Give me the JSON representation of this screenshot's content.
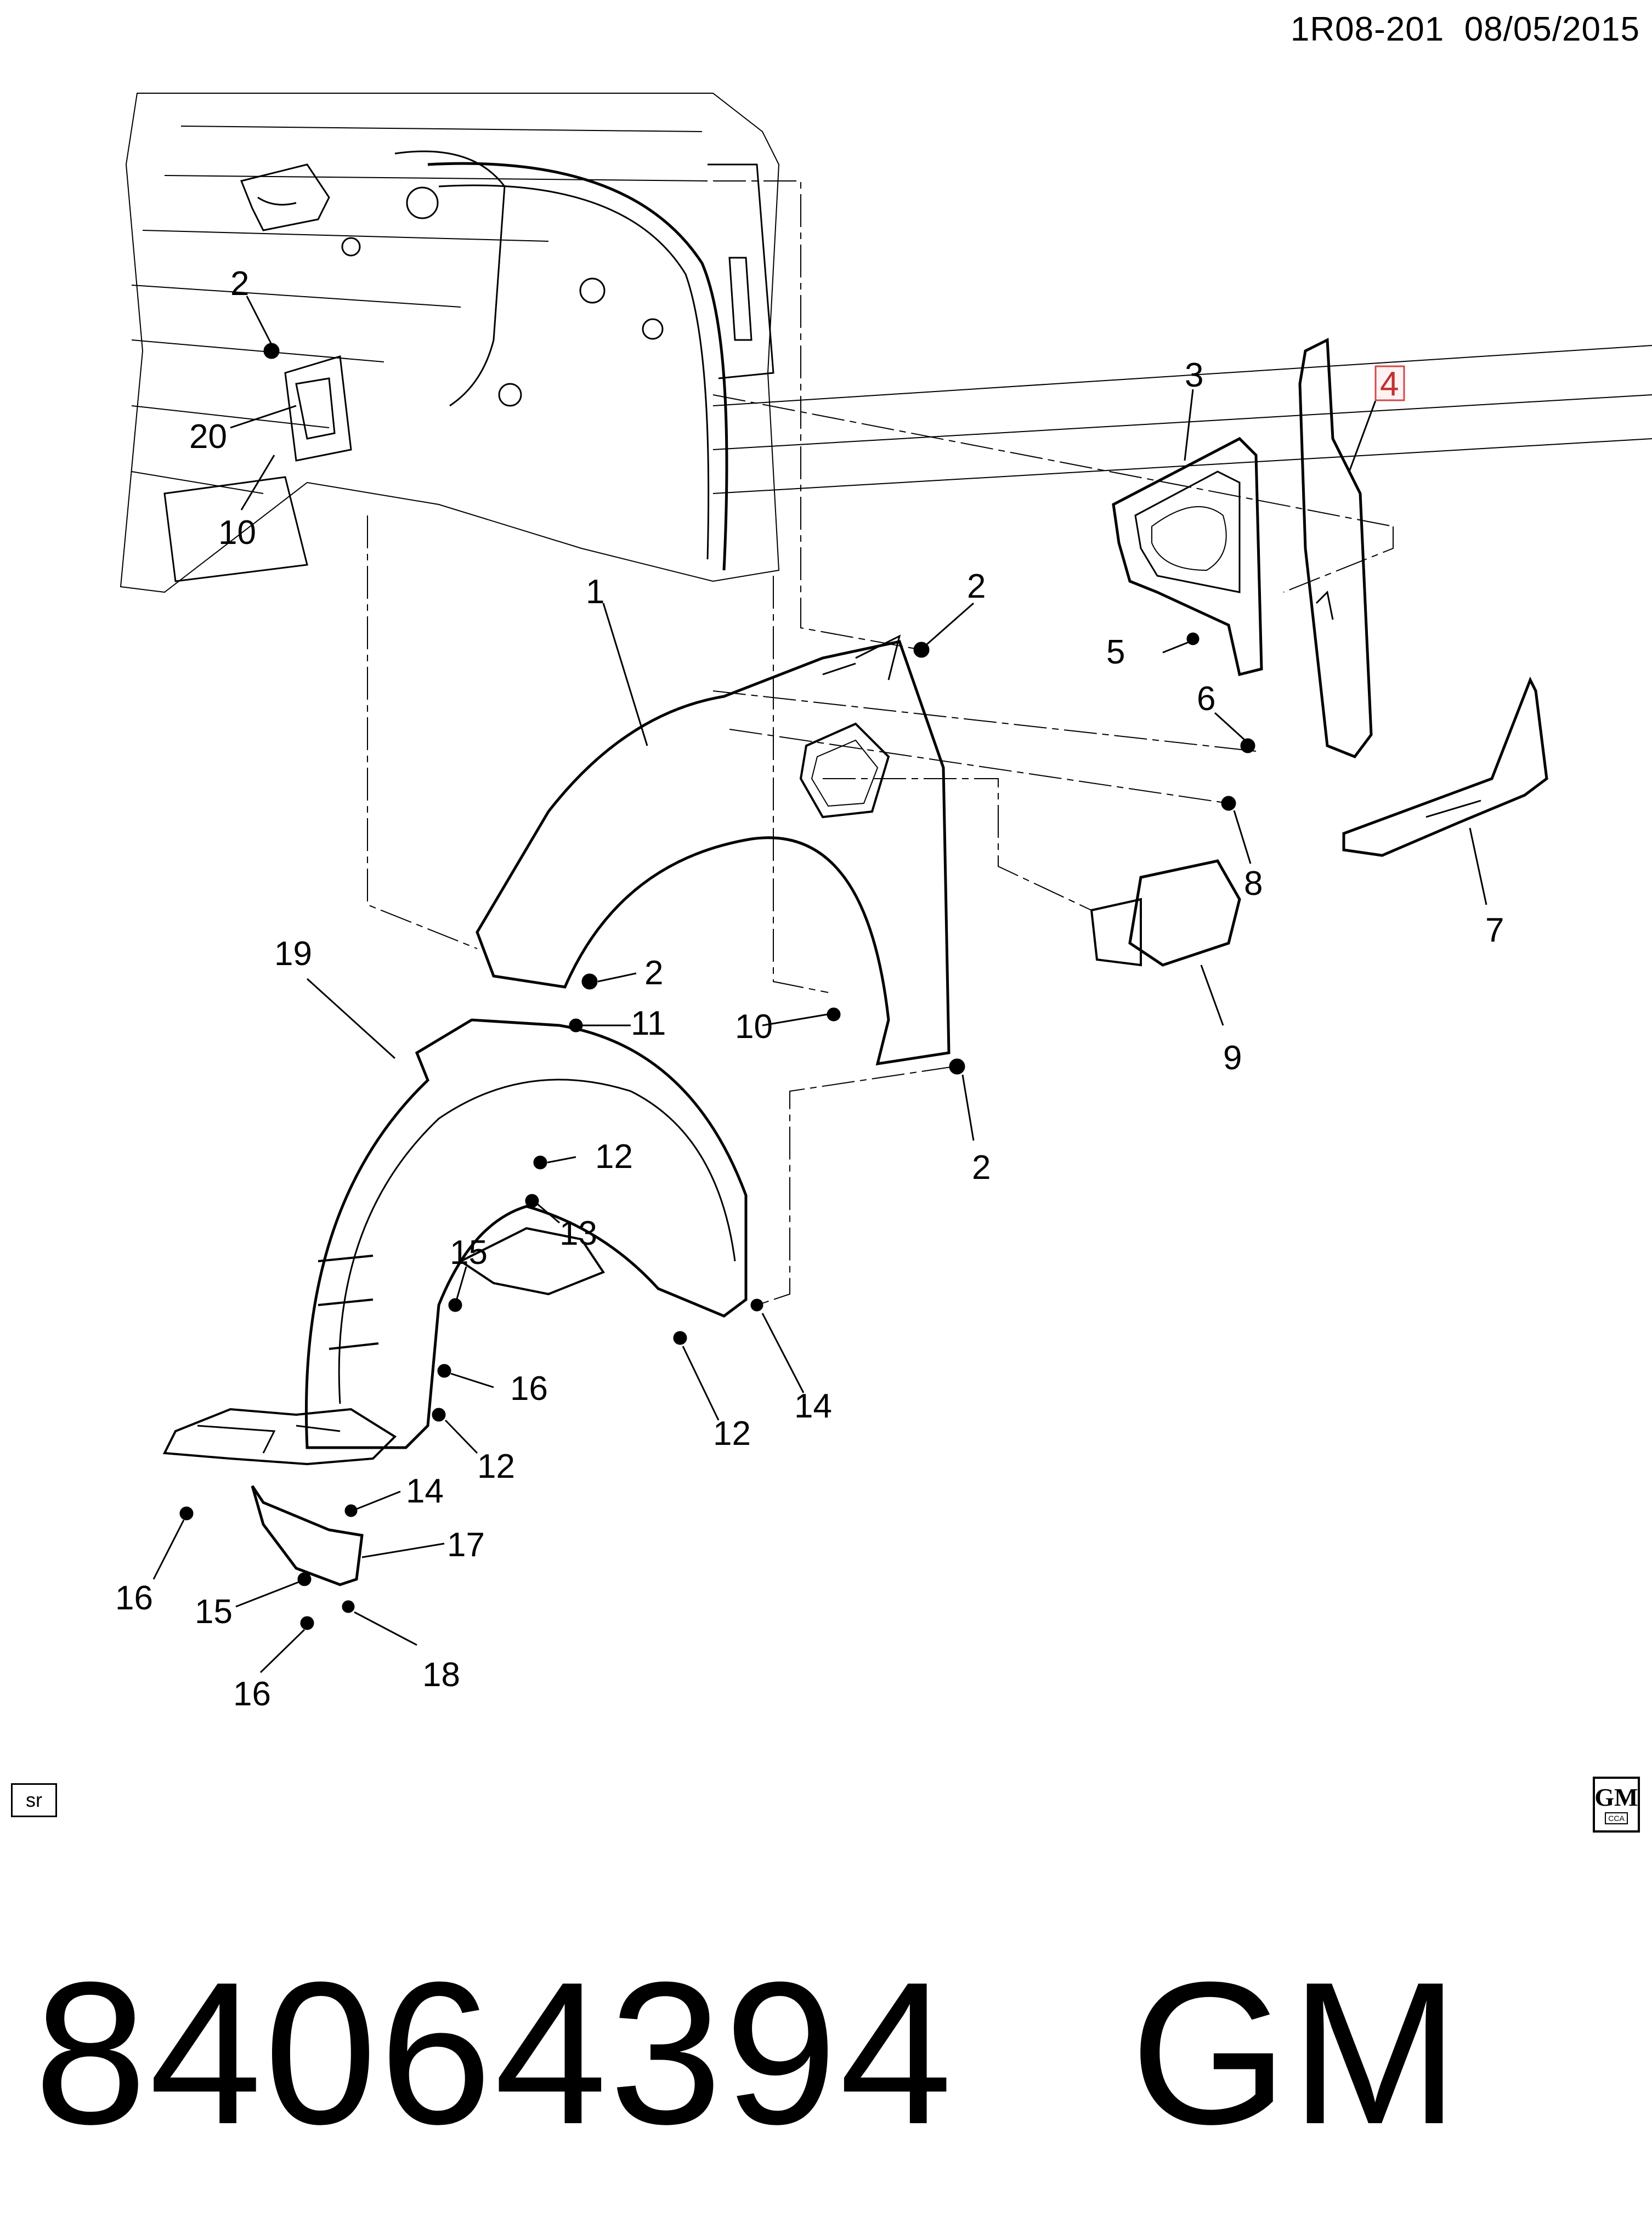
{
  "header": {
    "code": "1R08-201",
    "date": "08/05/2015"
  },
  "callouts": [
    {
      "id": "c2a",
      "label": "2"
    },
    {
      "id": "c20",
      "label": "20"
    },
    {
      "id": "c10a",
      "label": "10"
    },
    {
      "id": "c1",
      "label": "1"
    },
    {
      "id": "c3",
      "label": "3"
    },
    {
      "id": "c4",
      "label": "4"
    },
    {
      "id": "c2b",
      "label": "2"
    },
    {
      "id": "c5",
      "label": "5"
    },
    {
      "id": "c6",
      "label": "6"
    },
    {
      "id": "c8",
      "label": "8"
    },
    {
      "id": "c7",
      "label": "7"
    },
    {
      "id": "c19",
      "label": "19"
    },
    {
      "id": "c2c",
      "label": "2"
    },
    {
      "id": "c11",
      "label": "11"
    },
    {
      "id": "c10b",
      "label": "10"
    },
    {
      "id": "c9",
      "label": "9"
    },
    {
      "id": "c2d",
      "label": "2"
    },
    {
      "id": "c12a",
      "label": "12"
    },
    {
      "id": "c13",
      "label": "13"
    },
    {
      "id": "c15a",
      "label": "15"
    },
    {
      "id": "c16a",
      "label": "16"
    },
    {
      "id": "c12b",
      "label": "12"
    },
    {
      "id": "c14a",
      "label": "14"
    },
    {
      "id": "c12c",
      "label": "12"
    },
    {
      "id": "c14b",
      "label": "14"
    },
    {
      "id": "c17",
      "label": "17"
    },
    {
      "id": "c16b",
      "label": "16"
    },
    {
      "id": "c15b",
      "label": "15"
    },
    {
      "id": "c18",
      "label": "18"
    },
    {
      "id": "c16c",
      "label": "16"
    }
  ],
  "highlighted_callout": "4",
  "badge": {
    "label": "sr"
  },
  "logo": {
    "brand": "GM",
    "sub": "CCA"
  },
  "footer": {
    "part_number": "84064394",
    "brand": "GM"
  }
}
